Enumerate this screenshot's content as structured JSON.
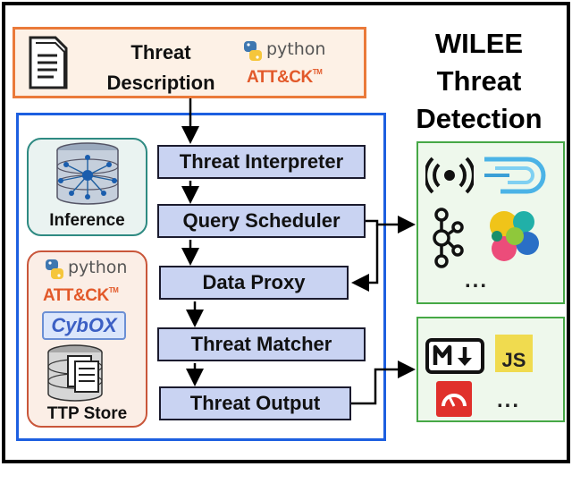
{
  "title": {
    "line1": "WILEE",
    "line2": "Threat",
    "line3": "Detection"
  },
  "input": {
    "label_line1": "Threat",
    "label_line2": "Description",
    "python": "python",
    "attck": "ATT&CK",
    "tm": "TM"
  },
  "inference": {
    "label": "Inference"
  },
  "ttp_store": {
    "python": "python",
    "attck": "ATT&CK",
    "tm": "TM",
    "cybox": "CybOX",
    "label": "TTP Store"
  },
  "pipeline": [
    "Threat Interpreter",
    "Query Scheduler",
    "Data Proxy",
    "Threat Matcher",
    "Threat Output"
  ],
  "outputs_top": {
    "ellipsis": "..."
  },
  "outputs_bottom": {
    "js": "JS",
    "ellipsis": "..."
  },
  "colors": {
    "orange": "#ea7a3a",
    "blue": "#1d5fe0",
    "green": "#46a846",
    "teal": "#2e8a82",
    "step_fill": "#c9d3f2"
  }
}
